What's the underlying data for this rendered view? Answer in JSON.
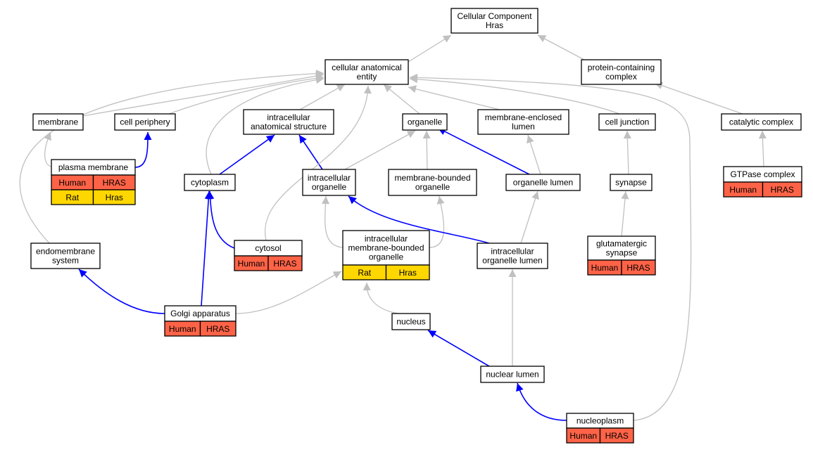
{
  "colors": {
    "node_fill": "#ffffff",
    "human_fill": "#ff6347",
    "rat_fill": "#ffd700",
    "gray_edge": "#c0c0c0",
    "blue_edge": "#0000ff"
  },
  "nodes": {
    "root": [
      "Cellular Component",
      "Hras"
    ],
    "cae": [
      "cellular anatomical",
      "entity"
    ],
    "pcc": [
      "protein-containing",
      "complex"
    ],
    "membrane": [
      "membrane"
    ],
    "cellperiph": [
      "cell periphery"
    ],
    "ias": [
      "intracellular",
      "anatomical structure"
    ],
    "organelle": [
      "organelle"
    ],
    "mel": [
      "membrane-enclosed",
      "lumen"
    ],
    "celljunction": [
      "cell junction"
    ],
    "catalytic": [
      "catalytic complex"
    ],
    "plasmamem": [
      "plasma membrane"
    ],
    "cytoplasm": [
      "cytoplasm"
    ],
    "intraorg": [
      "intracellular",
      "organelle"
    ],
    "mbo": [
      "membrane-bounded",
      "organelle"
    ],
    "orglumen": [
      "organelle lumen"
    ],
    "synapse": [
      "synapse"
    ],
    "gtpase": [
      "GTPase complex"
    ],
    "endomem": [
      "endomembrane",
      "system"
    ],
    "cytosol": [
      "cytosol"
    ],
    "imbo": [
      "intracellular",
      "membrane-bounded",
      "organelle"
    ],
    "iol": [
      "intracellular",
      "organelle lumen"
    ],
    "glut": [
      "glutamatergic",
      "synapse"
    ],
    "golgi": [
      "Golgi apparatus"
    ],
    "nucleus": [
      "nucleus"
    ],
    "nuclumen": [
      "nuclear lumen"
    ],
    "nucleoplasm": [
      "nucleoplasm"
    ]
  },
  "annotations": {
    "plasmamem": [
      [
        "Human",
        "HRAS"
      ],
      [
        "Rat",
        "Hras"
      ]
    ],
    "gtpase": [
      [
        "Human",
        "HRAS"
      ]
    ],
    "cytosol": [
      [
        "Human",
        "HRAS"
      ]
    ],
    "imbo": [
      [
        "Rat",
        "Hras"
      ]
    ],
    "glut": [
      [
        "Human",
        "HRAS"
      ]
    ],
    "golgi": [
      [
        "Human",
        "HRAS"
      ]
    ],
    "nucleoplasm": [
      [
        "Human",
        "HRAS"
      ]
    ]
  },
  "edges": [
    {
      "from": "cae",
      "to": "root",
      "color": "gray"
    },
    {
      "from": "pcc",
      "to": "root",
      "color": "gray"
    },
    {
      "from": "membrane",
      "to": "cae",
      "color": "gray"
    },
    {
      "from": "cellperiph",
      "to": "cae",
      "color": "gray"
    },
    {
      "from": "ias",
      "to": "cae",
      "color": "gray"
    },
    {
      "from": "organelle",
      "to": "cae",
      "color": "gray"
    },
    {
      "from": "mel",
      "to": "cae",
      "color": "gray"
    },
    {
      "from": "celljunction",
      "to": "cae",
      "color": "gray"
    },
    {
      "from": "catalytic",
      "to": "pcc",
      "color": "gray"
    },
    {
      "from": "plasmamem",
      "to": "membrane",
      "color": "gray"
    },
    {
      "from": "plasmamem",
      "to": "cellperiph",
      "color": "blue"
    },
    {
      "from": "cytoplasm",
      "to": "cae",
      "color": "gray"
    },
    {
      "from": "cytoplasm",
      "to": "ias",
      "color": "blue"
    },
    {
      "from": "intraorg",
      "to": "ias",
      "color": "blue"
    },
    {
      "from": "intraorg",
      "to": "organelle",
      "color": "gray"
    },
    {
      "from": "mbo",
      "to": "organelle",
      "color": "gray"
    },
    {
      "from": "orglumen",
      "to": "organelle",
      "color": "blue"
    },
    {
      "from": "orglumen",
      "to": "mel",
      "color": "gray"
    },
    {
      "from": "synapse",
      "to": "celljunction",
      "color": "gray"
    },
    {
      "from": "gtpase",
      "to": "catalytic",
      "color": "gray"
    },
    {
      "from": "endomem",
      "to": "cae",
      "color": "gray"
    },
    {
      "from": "cytosol",
      "to": "cytoplasm",
      "color": "blue"
    },
    {
      "from": "cytosol",
      "to": "cae",
      "color": "gray"
    },
    {
      "from": "imbo",
      "to": "intraorg",
      "color": "gray"
    },
    {
      "from": "imbo",
      "to": "mbo",
      "color": "gray"
    },
    {
      "from": "iol",
      "to": "intraorg",
      "color": "blue"
    },
    {
      "from": "iol",
      "to": "orglumen",
      "color": "gray"
    },
    {
      "from": "glut",
      "to": "synapse",
      "color": "gray"
    },
    {
      "from": "golgi",
      "to": "endomem",
      "color": "blue"
    },
    {
      "from": "golgi",
      "to": "cytoplasm",
      "color": "blue"
    },
    {
      "from": "golgi",
      "to": "imbo",
      "color": "gray"
    },
    {
      "from": "nucleus",
      "to": "imbo",
      "color": "gray"
    },
    {
      "from": "nuclumen",
      "to": "nucleus",
      "color": "blue"
    },
    {
      "from": "nuclumen",
      "to": "iol",
      "color": "gray"
    },
    {
      "from": "nucleoplasm",
      "to": "nuclumen",
      "color": "blue"
    },
    {
      "from": "nucleoplasm",
      "to": "cae",
      "color": "gray"
    }
  ]
}
